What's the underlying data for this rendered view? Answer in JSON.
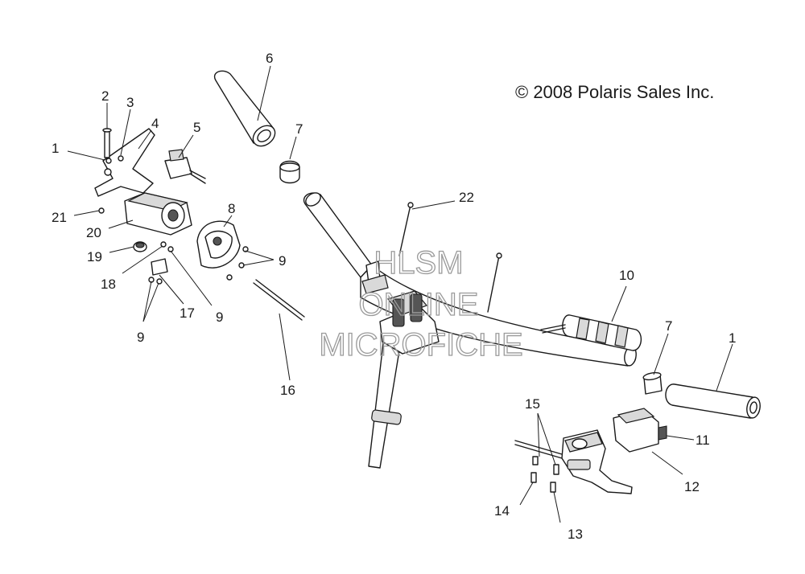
{
  "copyright": "© 2008 Polaris Sales Inc.",
  "watermark": {
    "line1": "HLSM",
    "line2": "ONLINE",
    "line3": "MICROFICHE"
  },
  "callouts": [
    {
      "id": "c1a",
      "label": "1"
    },
    {
      "id": "c2",
      "label": "2"
    },
    {
      "id": "c3",
      "label": "3"
    },
    {
      "id": "c4",
      "label": "4"
    },
    {
      "id": "c5",
      "label": "5"
    },
    {
      "id": "c6",
      "label": "6"
    },
    {
      "id": "c7a",
      "label": "7"
    },
    {
      "id": "c8",
      "label": "8"
    },
    {
      "id": "c9a",
      "label": "9"
    },
    {
      "id": "c9b",
      "label": "9"
    },
    {
      "id": "c9c",
      "label": "9"
    },
    {
      "id": "c10",
      "label": "10"
    },
    {
      "id": "c7b",
      "label": "7"
    },
    {
      "id": "c1b",
      "label": "1"
    },
    {
      "id": "c11",
      "label": "11"
    },
    {
      "id": "c12",
      "label": "12"
    },
    {
      "id": "c13",
      "label": "13"
    },
    {
      "id": "c14",
      "label": "14"
    },
    {
      "id": "c15",
      "label": "15"
    },
    {
      "id": "c16",
      "label": "16"
    },
    {
      "id": "c17",
      "label": "17"
    },
    {
      "id": "c18",
      "label": "18"
    },
    {
      "id": "c19",
      "label": "19"
    },
    {
      "id": "c20",
      "label": "20"
    },
    {
      "id": "c21",
      "label": "21"
    },
    {
      "id": "c22",
      "label": "22"
    }
  ]
}
